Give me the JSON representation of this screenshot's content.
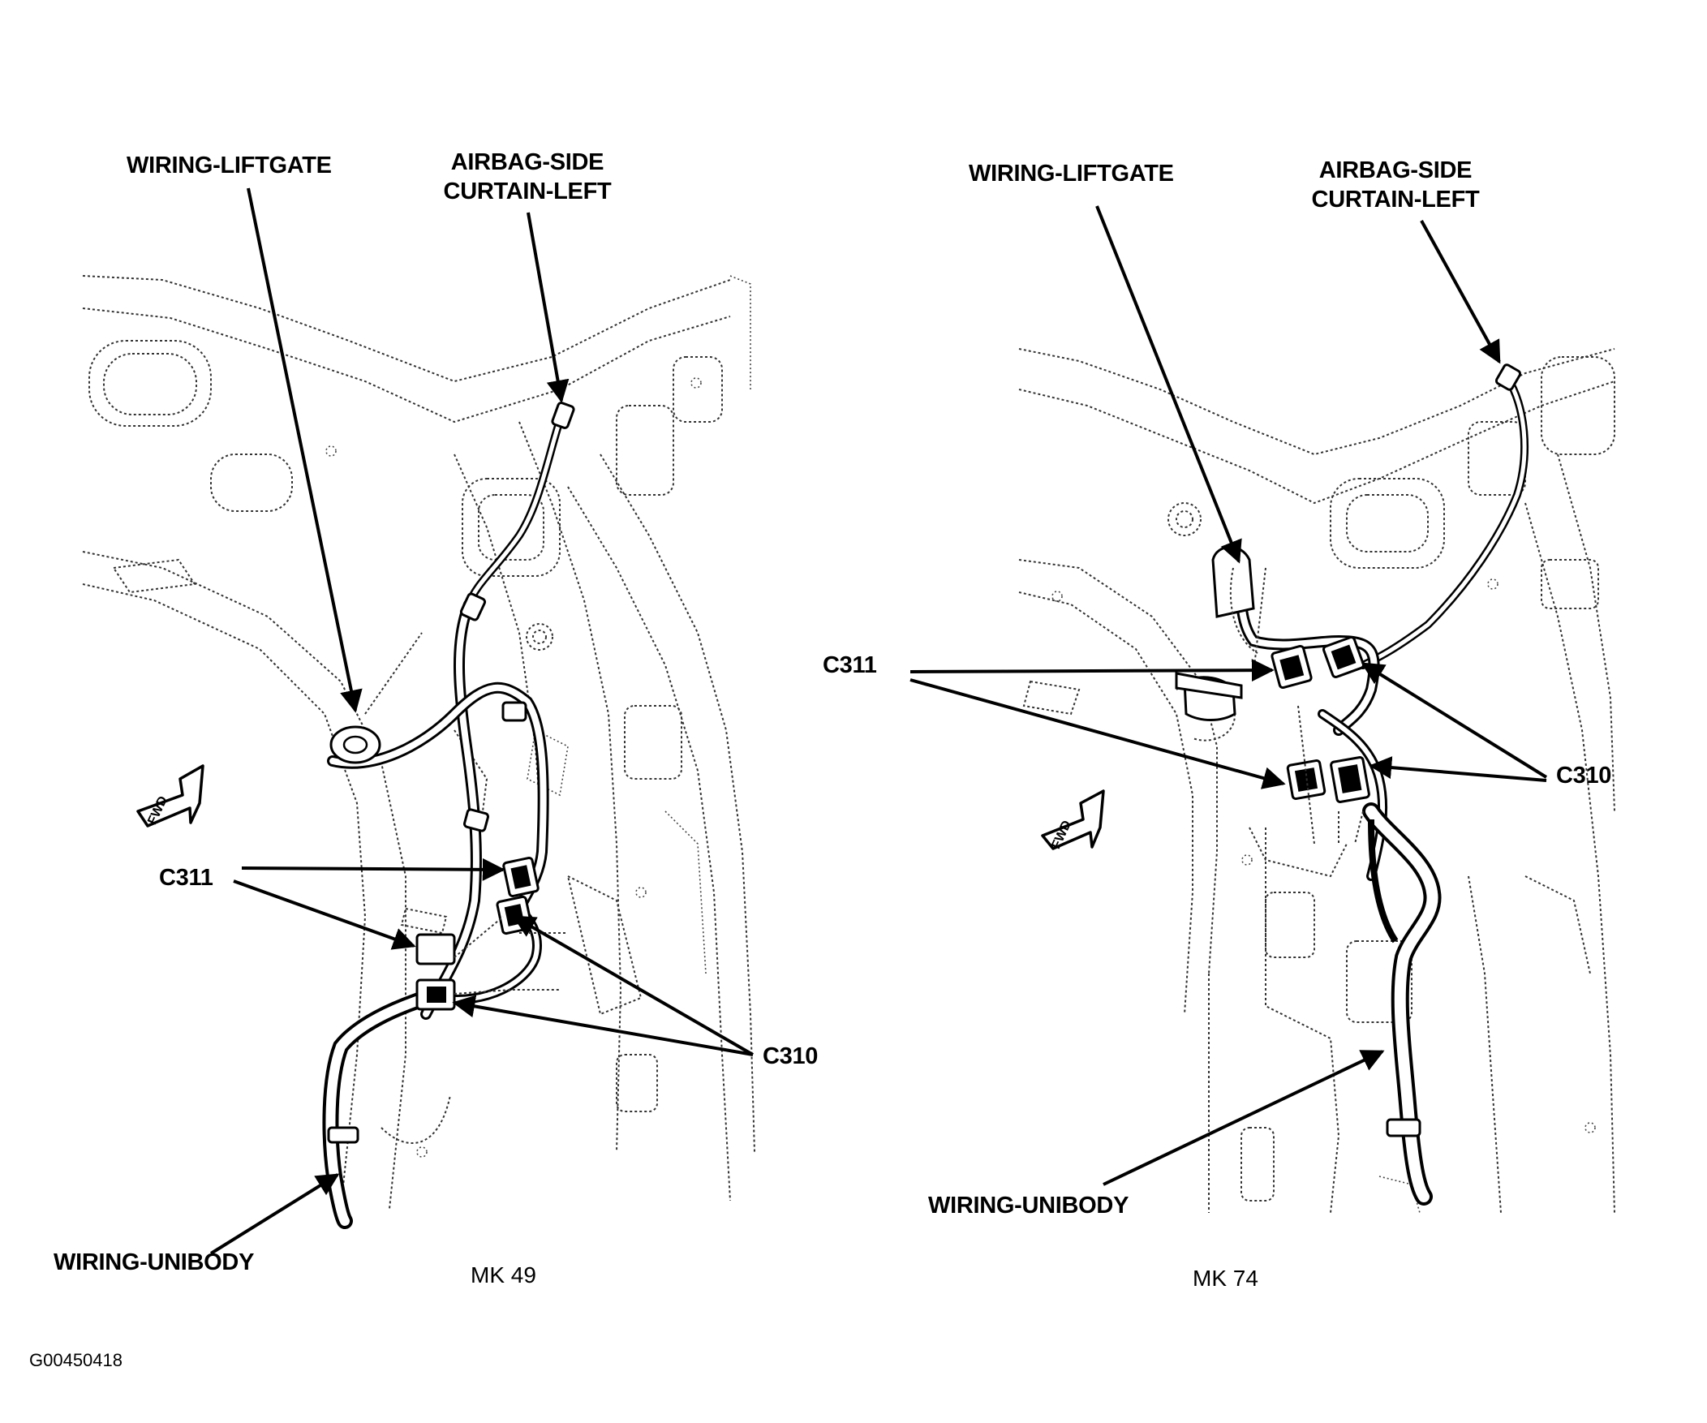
{
  "figure_id": "G00450418",
  "fwd_label": "FWD",
  "left_view": {
    "caption": "MK 49",
    "labels": {
      "wiring_liftgate": "WIRING-LIFTGATE",
      "airbag_line1": "AIRBAG-SIDE",
      "airbag_line2": "CURTAIN-LEFT",
      "c311": "C311",
      "c310": "C310",
      "wiring_unibody": "WIRING-UNIBODY"
    }
  },
  "right_view": {
    "caption": "MK 74",
    "labels": {
      "wiring_liftgate": "WIRING-LIFTGATE",
      "airbag_line1": "AIRBAG-SIDE",
      "airbag_line2": "CURTAIN-LEFT",
      "c311": "C311",
      "c310": "C310",
      "wiring_unibody": "WIRING-UNIBODY"
    }
  }
}
